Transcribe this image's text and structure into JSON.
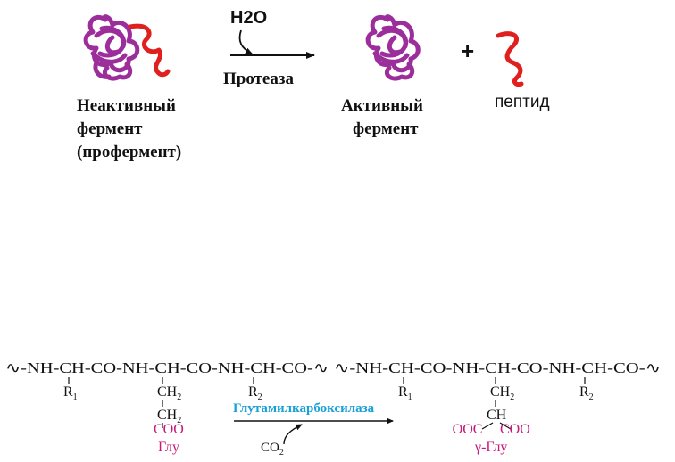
{
  "top": {
    "water": "H2O",
    "enzyme_label": "Протеаза",
    "inactive_line1": "Неактивный",
    "inactive_line2": "фермент",
    "inactive_line3": "(профермент)",
    "active_line1": "Активный",
    "active_line2": "фермент",
    "plus": "+",
    "peptide_label": "пептид"
  },
  "bottom": {
    "left_chain": "∿-NH-CH-CO-NH-CH-CO-NH-CH-CO-∿",
    "right_chain": "∿-NH-CH-CO-NH-CH-CO-NH-CH-CO-∿",
    "r1": "R",
    "r1_sub": "1",
    "r2": "R",
    "r2_sub": "2",
    "ch2": "CH",
    "ch2_sub": "2",
    "ch": "CH",
    "coo": "COO",
    "coo_charge": "-",
    "ooc_charge": "-",
    "ooc": "OOC",
    "glu_label": "Глу",
    "gamma_glu_label": "γ-Глу",
    "enzyme_label": "Глутамилкарбоксилаза",
    "co2": "CO",
    "co2_sub": "2"
  },
  "colors": {
    "enzyme_purple": "#9b2e9b",
    "peptide_red": "#e0201f",
    "label_magenta": "#c8187a",
    "enzyme_blue": "#1aa0d8",
    "ink": "#111111"
  }
}
